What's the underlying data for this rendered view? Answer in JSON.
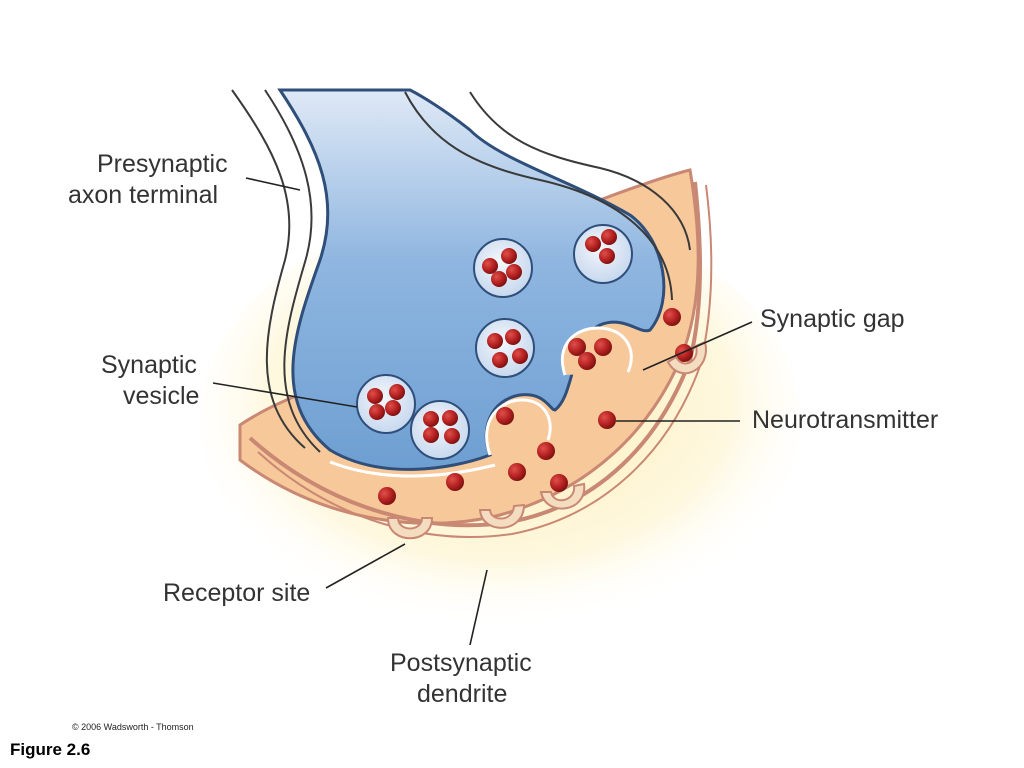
{
  "labels": {
    "presynaptic_line1": "Presynaptic",
    "presynaptic_line2": "axon terminal",
    "vesicle_line1": "Synaptic",
    "vesicle_line2": "vesicle",
    "synaptic_gap": "Synaptic gap",
    "neurotransmitter": "Neurotransmitter",
    "receptor_site": "Receptor site",
    "postsynaptic_line1": "Postsynaptic",
    "postsynaptic_line2": "dendrite"
  },
  "copyright": "© 2006 Wadsworth - Thomson",
  "figure_caption": "Figure 2.6",
  "colors": {
    "axon_blue": "#7ea9d8",
    "cleft_orange": "#f7c89a",
    "membrane": "#c98873",
    "glow_yellow": "#fde9a6",
    "neurotransmitter_red": "#b22020",
    "label_text": "#333333"
  }
}
